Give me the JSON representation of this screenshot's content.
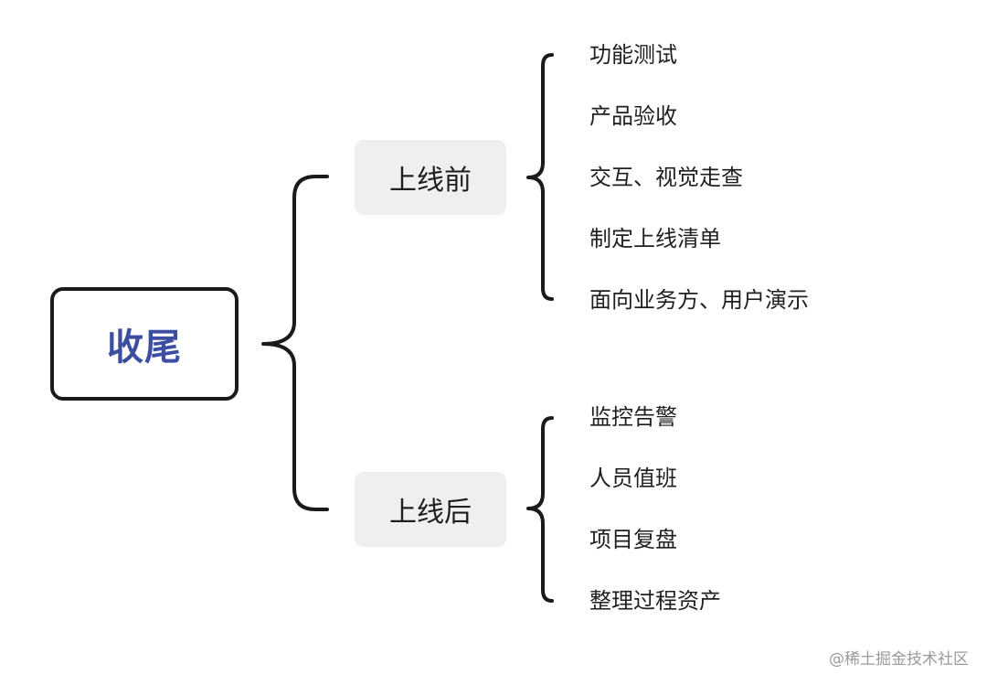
{
  "root": {
    "label": "收尾"
  },
  "branches": [
    {
      "label": "上线前",
      "items": [
        "功能测试",
        "产品验收",
        "交互、视觉走查",
        "制定上线清单",
        "面向业务方、用户演示"
      ]
    },
    {
      "label": "上线后",
      "items": [
        "监控告警",
        "人员值班",
        "项目复盘",
        "整理过程资产"
      ]
    }
  ],
  "watermark": "@稀土掘金技术社区",
  "colors": {
    "root_text": "#3b4ea1",
    "line": "#1a1a1a",
    "branch_bg": "#efefef"
  }
}
